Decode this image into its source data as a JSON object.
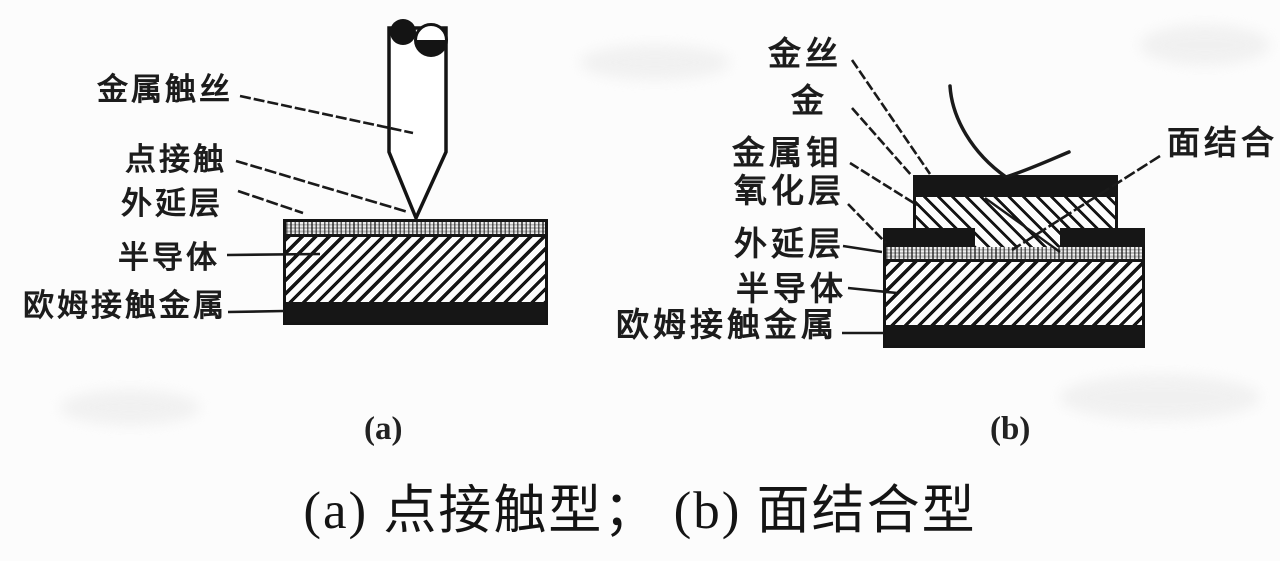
{
  "figure": {
    "caption": "(a) 点接触型； (b) 面结合型",
    "colors": {
      "ink": "#1a1a1a",
      "paper": "#fcfcfc"
    },
    "panel_a": {
      "tag": "(a)",
      "labels": {
        "whisker": "金属触丝",
        "point_contact": "点接触",
        "epitaxial": "外延层",
        "semiconductor": "半导体",
        "ohmic": "欧姆接触金属"
      }
    },
    "panel_b": {
      "tag": "(b)",
      "labels": {
        "gold_wire": "金丝",
        "gold": "金",
        "molybdenum": "金属钼",
        "oxide": "氧化层",
        "epitaxial": "外延层",
        "semiconductor": "半导体",
        "ohmic": "欧姆接触金属",
        "junction": "面结合"
      }
    }
  }
}
